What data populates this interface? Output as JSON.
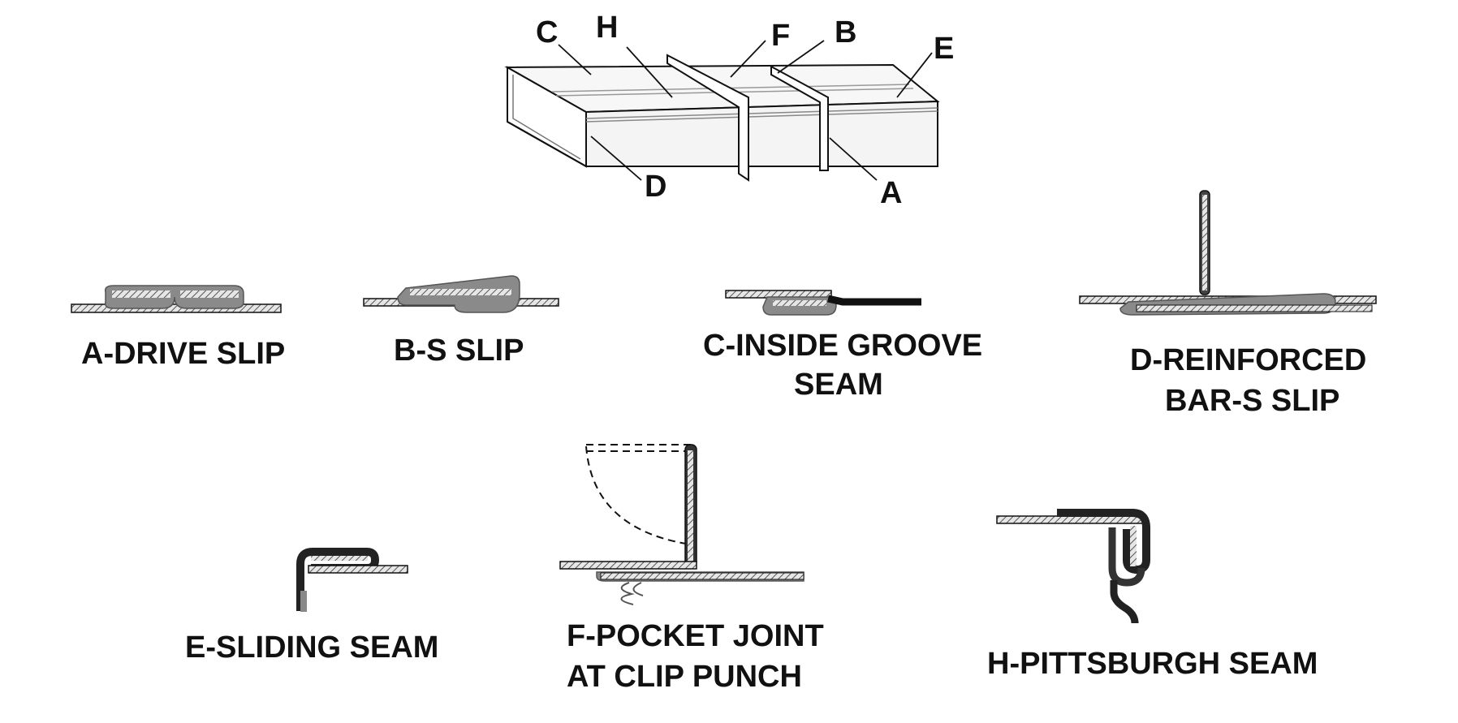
{
  "duct_labels": {
    "A": "A",
    "B": "B",
    "C": "C",
    "D": "D",
    "E": "E",
    "F": "F",
    "H": "H"
  },
  "joints": {
    "a": {
      "line1": "A-DRIVE SLIP"
    },
    "b": {
      "line1": "B-S SLIP"
    },
    "c": {
      "line1": "C-INSIDE GROOVE",
      "line2": "SEAM"
    },
    "d": {
      "line1": "D-REINFORCED",
      "line2": "BAR-S SLIP"
    },
    "e": {
      "line1": "E-SLIDING SEAM"
    },
    "f": {
      "line1": "F-POCKET JOINT",
      "line2": "AT CLIP PUNCH"
    },
    "h": {
      "line1": "H-PITTSBURGH SEAM"
    }
  },
  "colors": {
    "ink": "#111111",
    "metal_gray": "#8a8a8a",
    "hatch_light": "#d8d8d8",
    "duct_face": "#f4f4f4"
  }
}
